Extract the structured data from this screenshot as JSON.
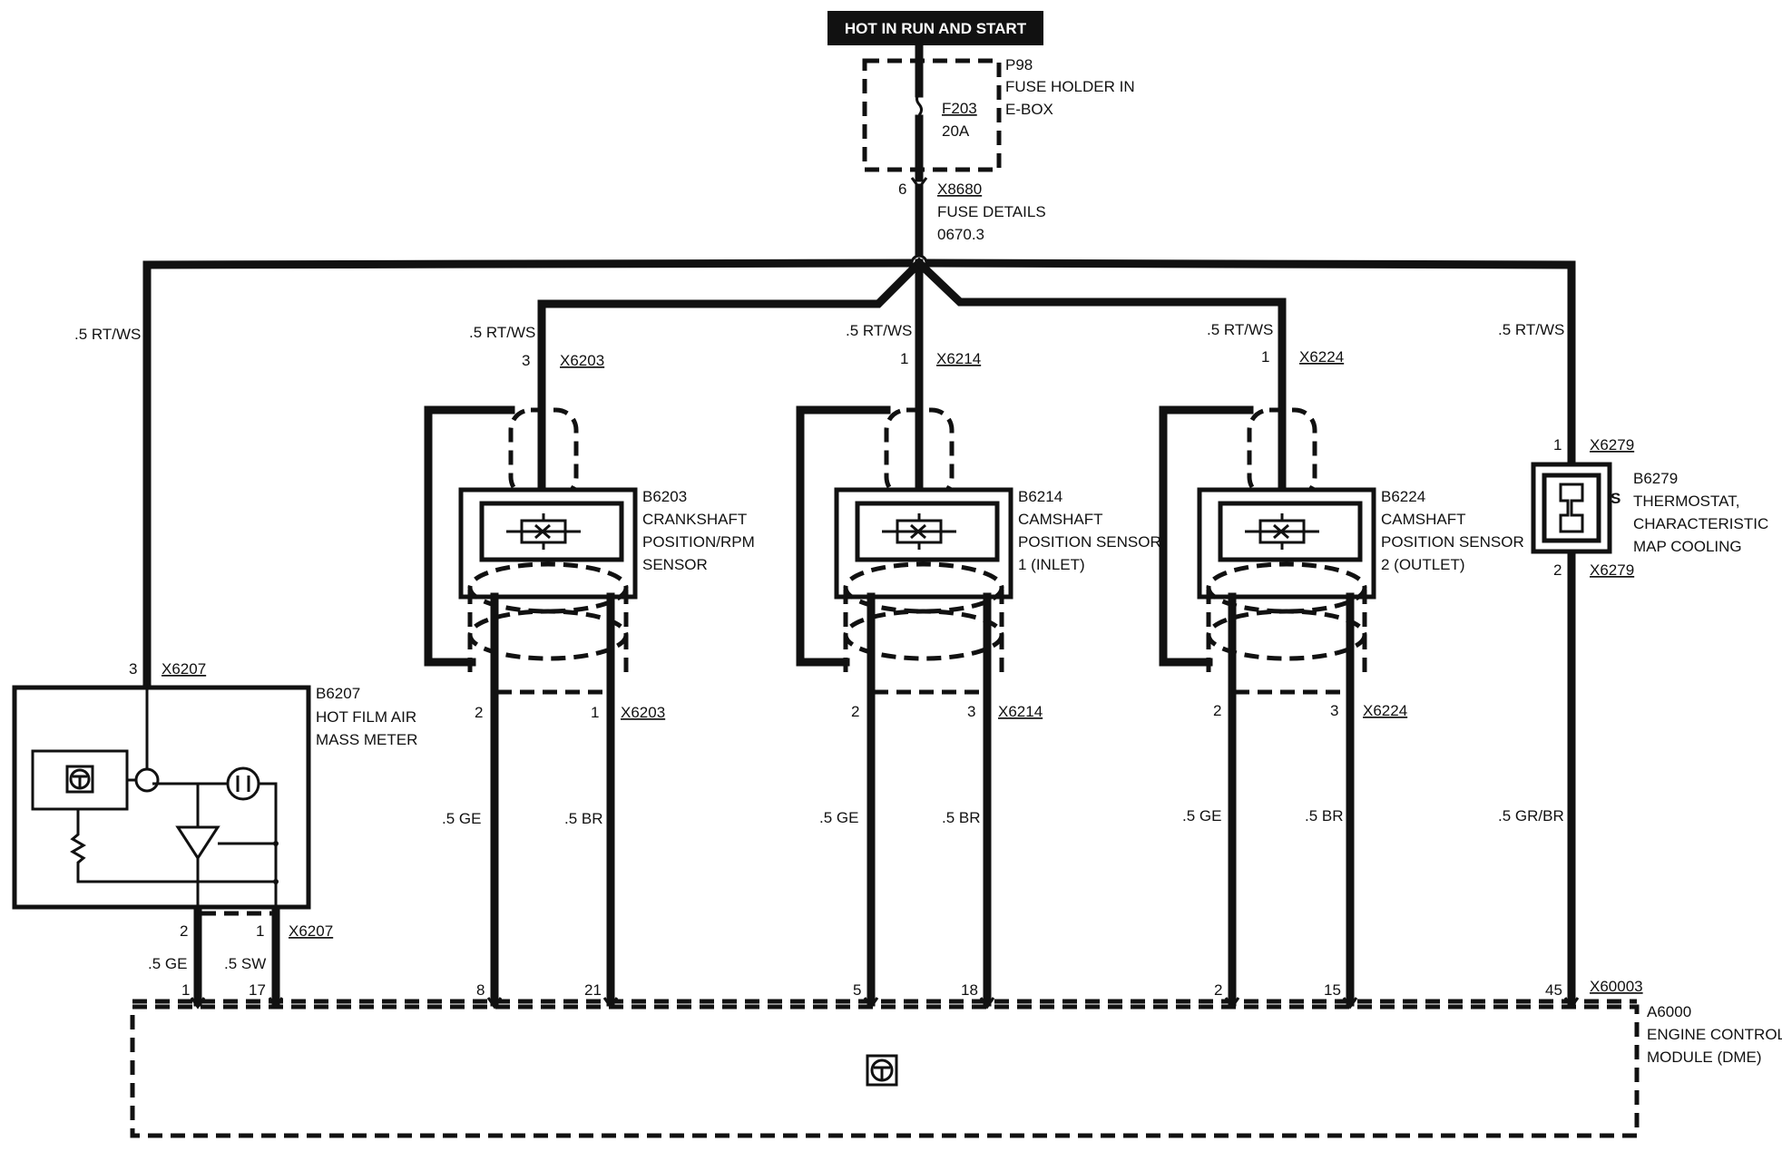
{
  "supply": {
    "banner": "HOT IN RUN AND START",
    "fuse_holder_id": "P98",
    "fuse_holder_desc1": "FUSE HOLDER IN",
    "fuse_holder_desc2": "E-BOX",
    "fuse_id": "F203",
    "fuse_rating": "20A",
    "connector_pin": "6",
    "connector_id": "X8680",
    "fuse_details": "FUSE DETAILS",
    "fuse_details_ref": "0670.3"
  },
  "wires": {
    "rt_ws": ".5 RT/WS",
    "ge": ".5 GE",
    "br": ".5 BR",
    "sw": ".5 SW",
    "gr_br": ".5 GR/BR"
  },
  "maf": {
    "id": "B6207",
    "desc1": "HOT FILM AIR",
    "desc2": "MASS METER",
    "conn": "X6207",
    "pin_top": "3",
    "pin_a": "2",
    "pin_b": "1",
    "ecm_pin_a": "1",
    "ecm_pin_b": "17"
  },
  "crank": {
    "id": "B6203",
    "desc1": "CRANKSHAFT",
    "desc2": "POSITION/RPM",
    "desc3": "SENSOR",
    "conn": "X6203",
    "pin_top": "3",
    "pin_a": "2",
    "pin_b": "1",
    "ecm_pin_a": "8",
    "ecm_pin_b": "21"
  },
  "cam_in": {
    "id": "B6214",
    "desc1": "CAMSHAFT",
    "desc2": "POSITION SENSOR",
    "desc3": "1 (INLET)",
    "conn": "X6214",
    "pin_top": "1",
    "pin_a": "2",
    "pin_b": "3",
    "ecm_pin_a": "5",
    "ecm_pin_b": "18"
  },
  "cam_out": {
    "id": "B6224",
    "desc1": "CAMSHAFT",
    "desc2": "POSITION SENSOR",
    "desc3": "2 (OUTLET)",
    "conn": "X6224",
    "pin_top": "1",
    "pin_a": "2",
    "pin_b": "3",
    "ecm_pin_a": "2",
    "ecm_pin_b": "15"
  },
  "thermostat": {
    "id": "B6279",
    "desc1": "THERMOSTAT,",
    "desc2": "CHARACTERISTIC",
    "desc3": "MAP COOLING",
    "conn": "X6279",
    "pin_top": "1",
    "pin_bottom": "2",
    "symbol": "S",
    "ecm_pin": "45"
  },
  "ecm": {
    "id": "A6000",
    "desc1": "ENGINE CONTROL",
    "desc2": "MODULE (DME)",
    "conn": "X60003"
  },
  "icons": {
    "ecm_icon": "steering-wheel-icon",
    "sensor_icon": "hall-sensor-icon"
  }
}
